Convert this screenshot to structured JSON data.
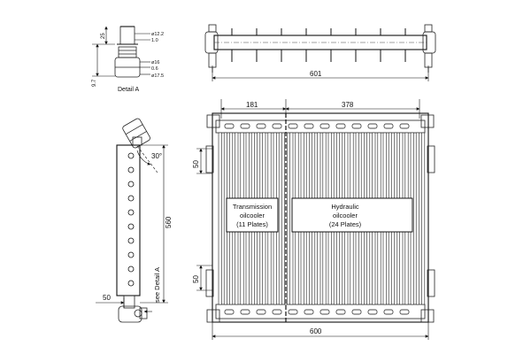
{
  "dimensions": {
    "overall_width": "600",
    "top_length": "601",
    "section_a": "181",
    "section_b": "378",
    "height": "560",
    "side_offset": "50",
    "port_top_offset": "50",
    "port_bottom_offset": "50",
    "angle": "30°"
  },
  "detail_a": {
    "label": "Detail A",
    "d1": "ø12.2",
    "d2": "1.0",
    "d3": "ø16",
    "d4": "0.6",
    "d5": "ø17.5",
    "h1": "25",
    "h2": "9.7"
  },
  "side_view": {
    "note": "see Detail A"
  },
  "labels": {
    "transmission": {
      "line1": "Transmission",
      "line2": "oilcooler",
      "line3": "(11 Plates)"
    },
    "hydraulic": {
      "line1": "Hydraulic",
      "line2": "oilcooler",
      "line3": "(24 Plates)"
    }
  }
}
